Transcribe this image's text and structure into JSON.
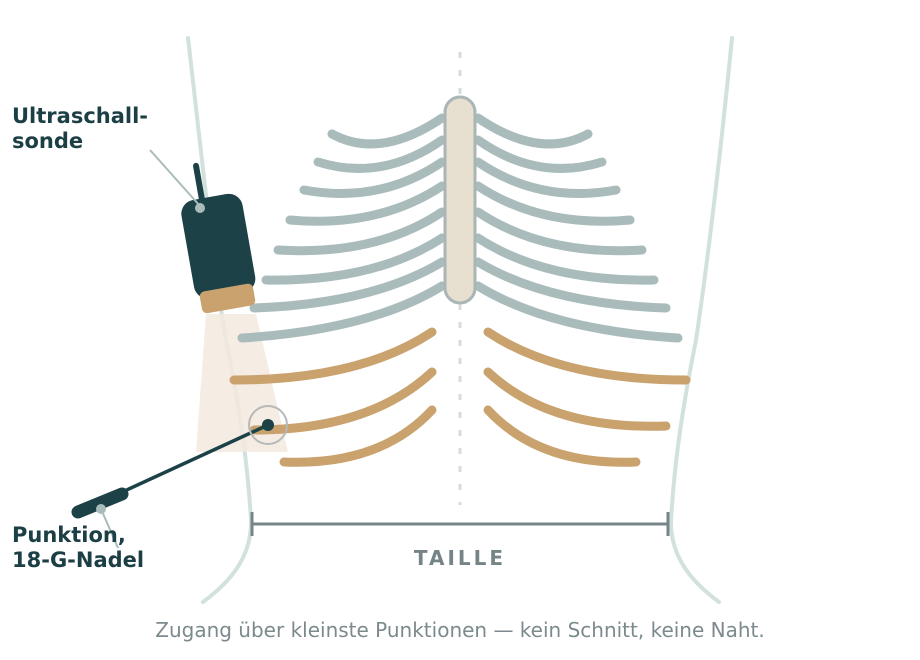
{
  "labels": {
    "probe_line1": "Ultraschall-",
    "probe_line2": "sonde",
    "needle_line1": "Punktion,",
    "needle_line2": "18-G-Nadel",
    "waist": "TAILLE"
  },
  "caption": "Zugang über kleinste Punktionen — kein Schnitt, keine Naht.",
  "colors": {
    "background": "#ffffff",
    "body_outline": "#d3e1de",
    "rib_upper": "#a9bcbb",
    "rib_lower": "#c9a26e",
    "sternum_fill": "#e7dfd0",
    "sternum_stroke": "#a9b6b5",
    "probe": "#1c4248",
    "probe_tip": "#c9a26e",
    "ultrasound_beam": "#f3e9df",
    "needle": "#1c4248",
    "leader": "#a9bcbb",
    "text_dark": "#1c3f45",
    "text_grey": "#7c8a8d"
  }
}
